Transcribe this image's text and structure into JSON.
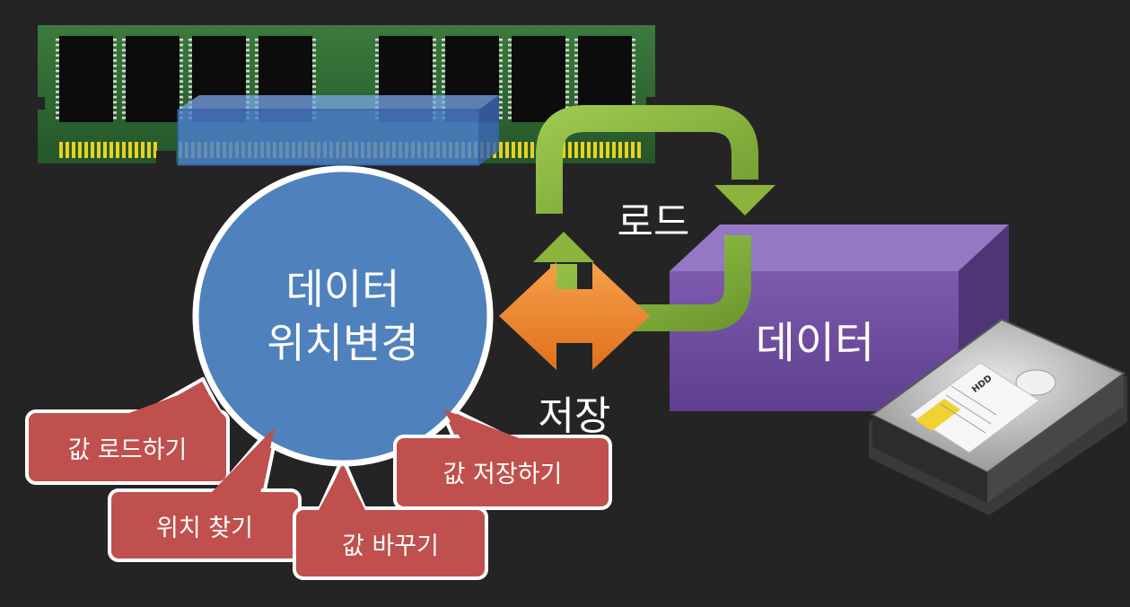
{
  "circle": {
    "line1": "데이터",
    "line2": "위치변경"
  },
  "storage_box": {
    "label": "데이터"
  },
  "arrows": {
    "load_label": "로드",
    "save_label": "저장"
  },
  "callouts": [
    {
      "text": "값 로드하기"
    },
    {
      "text": "위치 찾기"
    },
    {
      "text": "값 바꾸기"
    },
    {
      "text": "값 저장하기"
    }
  ],
  "hdd": {
    "label": "HDD"
  },
  "colors": {
    "background": "#242424",
    "circle_fill": "#4f81bd",
    "callout_fill": "#c0504d",
    "storage_box_fill": "#7a5aa6",
    "load_arrow": "#8ab43e",
    "save_arrow": "#f0862a",
    "ram_board": "#2f6b32",
    "ram_highlight": "#4a7fd0"
  }
}
